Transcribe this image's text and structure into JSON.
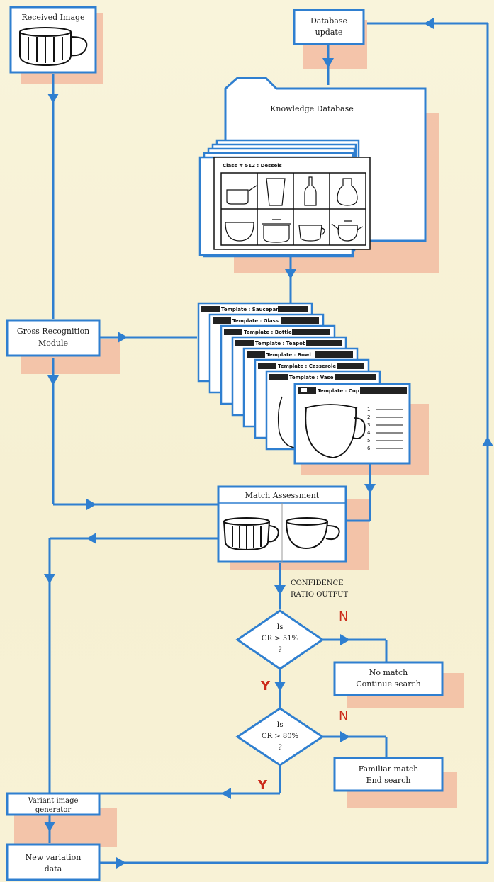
{
  "nodes": {
    "received_image": "Received Image",
    "database_update_1": "Database",
    "database_update_2": "update",
    "knowledge_db": "Knowledge Database",
    "class_label": "Class # 512 : Dessels",
    "gross_1": "Gross Recognition",
    "gross_2": "Module",
    "match": "Match Assessment",
    "cr_out_1": "CONFIDENCE",
    "cr_out_2": "RATIO OUTPUT",
    "d1_1": "Is",
    "d1_2": "CR > 51%",
    "d1_3": "?",
    "d2_1": "Is",
    "d2_2": "CR > 80%",
    "d2_3": "?",
    "no_match_1": "No match",
    "no_match_2": "Continue search",
    "familiar_1": "Familiar match",
    "familiar_2": "End search",
    "variant_1": "Variant image",
    "variant_2": "generator",
    "newvar_1": "New variation",
    "newvar_2": "data",
    "n1": "N",
    "n2": "N",
    "y1": "Y",
    "y2": "Y"
  },
  "templates": [
    "Template : Saucepan",
    "Template : Glass",
    "Template : Bottle",
    "Template : Teapot",
    "Template : Bowl",
    "Template : Casserole",
    "Template : Vase",
    "Template : Cup"
  ],
  "list_numbers": [
    "1.",
    "2.",
    "3.",
    "4.",
    "5.",
    "6."
  ],
  "colors": {
    "line": "#2f7fd0",
    "shadow": "#f2b49a",
    "red": "#cc2a1a"
  }
}
